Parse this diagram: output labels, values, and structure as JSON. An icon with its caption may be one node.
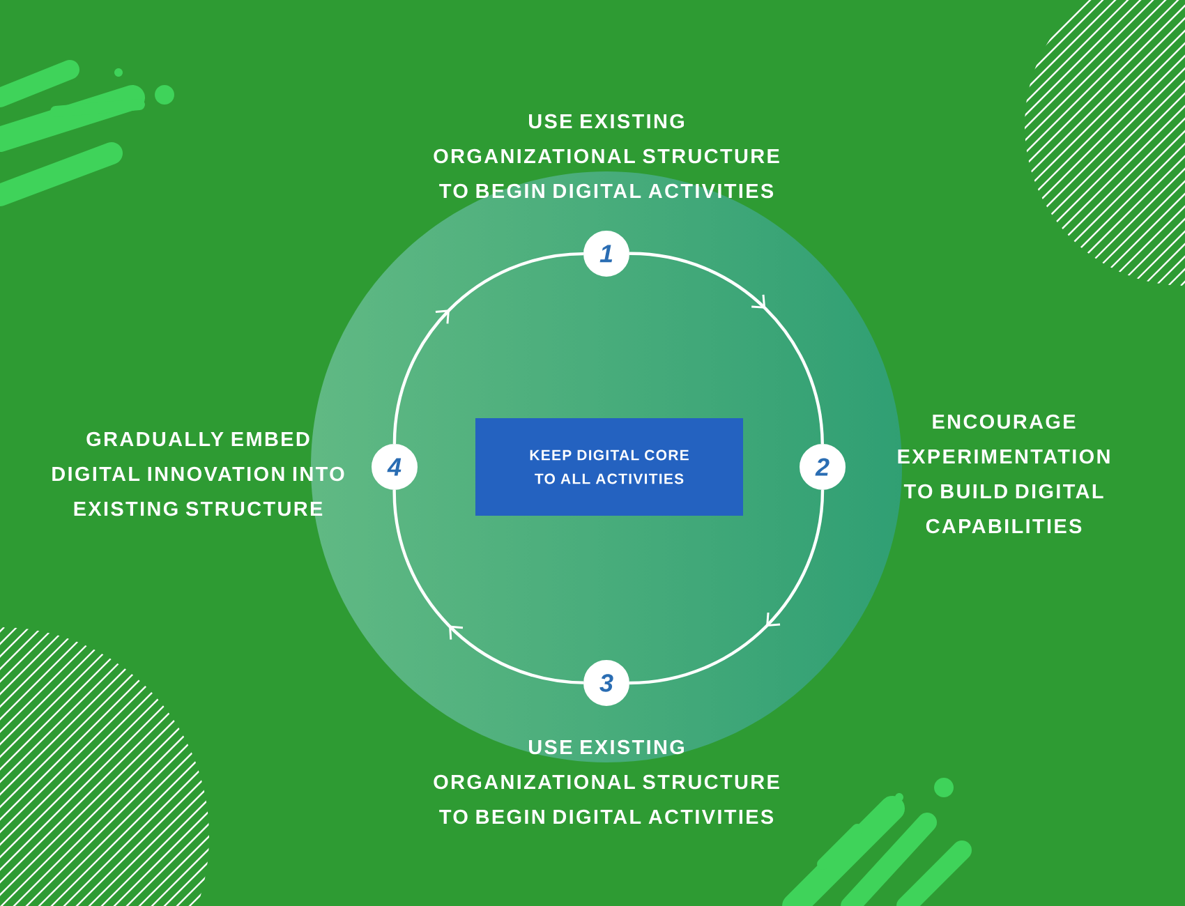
{
  "diagram": {
    "nodes": [
      {
        "text": [
          "1"
        ],
        "beside": [
          "USE EXISTING ORGANIZATIONAL STRUCTURE TO BEGIN DIGITAL ACTIVITIES"
        ]
      },
      {
        "text": [
          "2"
        ],
        "beside": [
          "ENCOURAGE EXPERIMENTATION TO BUILD DIGITAL CAPABILITIES"
        ]
      },
      {
        "text": [
          "3"
        ],
        "beside": [
          "USE EXISTING ORGANIZATIONAL STRUCTURE TO BEGIN DIGITAL ACTIVITIES"
        ]
      },
      {
        "text": [
          "4"
        ],
        "beside": [
          "GRADUALLY EMBED DIGITAL INNOVATION INTO EXISTING STRUCTURE"
        ]
      },
      {
        "text": [
          "KEEP DIGITAL CORE TO ALL ACTIVITIES"
        ]
      }
    ],
    "edges": [
      {
        "from": 0,
        "to": 1,
        "arrow": "to"
      },
      {
        "from": 1,
        "to": 2,
        "arrow": "to"
      },
      {
        "from": 2,
        "to": 3,
        "arrow": "to"
      },
      {
        "from": 3,
        "to": 0,
        "arrow": "to"
      }
    ]
  }
}
